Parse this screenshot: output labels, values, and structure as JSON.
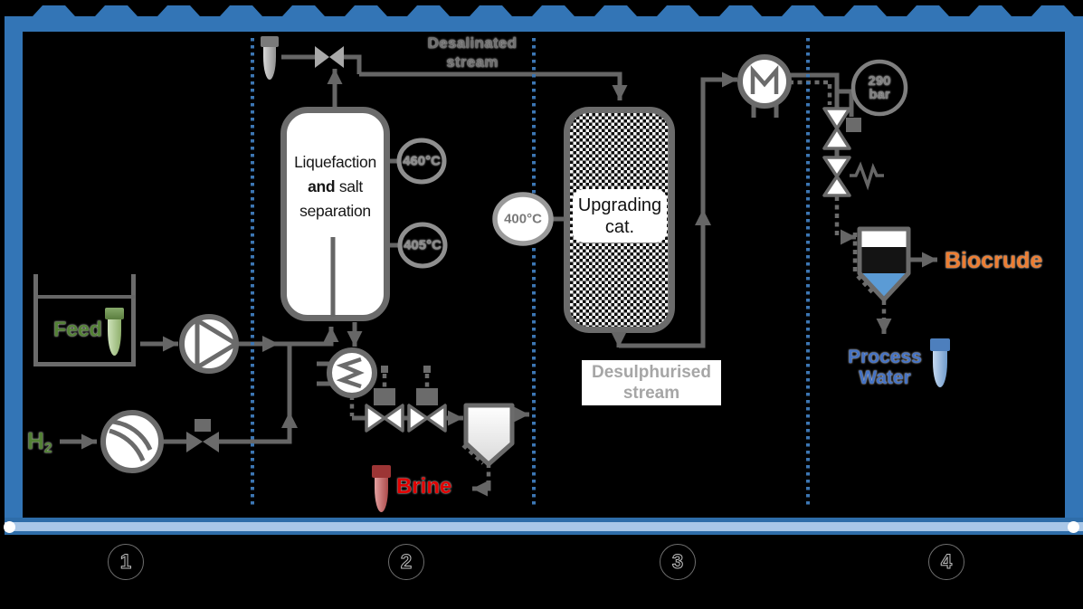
{
  "colors": {
    "frame_blue": "#3375b6",
    "frame_light_blue": "#a9c7e8",
    "pipe_gray": "#666666",
    "divider_blue": "#3c76b3",
    "feed_green": "#538135",
    "biocrude_orange": "#ed7d31",
    "process_water_blue": "#4472c4",
    "brine_red": "#e00000",
    "separator_water_blue": "#5b9bd5",
    "label_gray": "#8a8a8a"
  },
  "sections": {
    "labels": [
      "1",
      "2",
      "3",
      "4"
    ]
  },
  "section1": {
    "feed_label": "Feed",
    "h2_main": "H",
    "h2_sub": "2"
  },
  "section2": {
    "vessel_line1": "Liquefaction",
    "vessel_line2_bold": "and",
    "vessel_line2_rest": " salt",
    "vessel_line3": "separation",
    "temp_460": "460°C",
    "temp_405": "405°C",
    "desalinated_line1": "Desalinated",
    "desalinated_line2": "stream",
    "brine_label": "Brine"
  },
  "section3": {
    "temp_400": "400°C",
    "vessel_line1": "Upgrading",
    "vessel_line2": "cat.",
    "desulphurised_line1": "Desulphurised",
    "desulphurised_line2": "stream"
  },
  "section4": {
    "pressure_line1": "290",
    "pressure_line2": "bar",
    "biocrude_label": "Biocrude",
    "water_line1": "Process",
    "water_line2": "Water"
  }
}
